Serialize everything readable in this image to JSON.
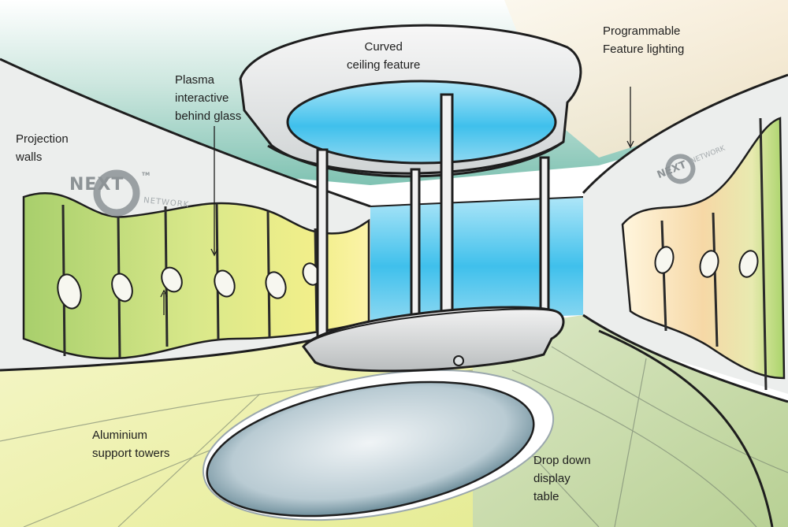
{
  "labels": {
    "curved_ceiling": [
      "Curved",
      "ceiling feature"
    ],
    "programmable_lighting": [
      "Programmable",
      "Feature lighting"
    ],
    "plasma": [
      "Plasma",
      "interactive",
      "behind glass"
    ],
    "projection_walls": [
      "Projection",
      "walls"
    ],
    "aluminium_towers": [
      "Aluminium",
      "support towers"
    ],
    "drop_down_table": [
      "Drop down",
      "display",
      "table"
    ]
  },
  "branding": {
    "left": {
      "mark": "NEXT",
      "tm": "TM",
      "word": "NETWORK"
    },
    "right": {
      "mark": "NEXT",
      "word": "NETWORK"
    }
  },
  "colors": {
    "ceiling_teal": "#8cc9ba",
    "sky_blue": "#3fc0ec",
    "wall_grey": "#e9ebea",
    "panel_green": "#b8d77a",
    "panel_yellow": "#eef09a",
    "floor_yellow": "#ecf0a0",
    "floor_green": "#c7d9a4",
    "floor_disc": "#5b7f8d",
    "ink": "#1e1e1e"
  }
}
